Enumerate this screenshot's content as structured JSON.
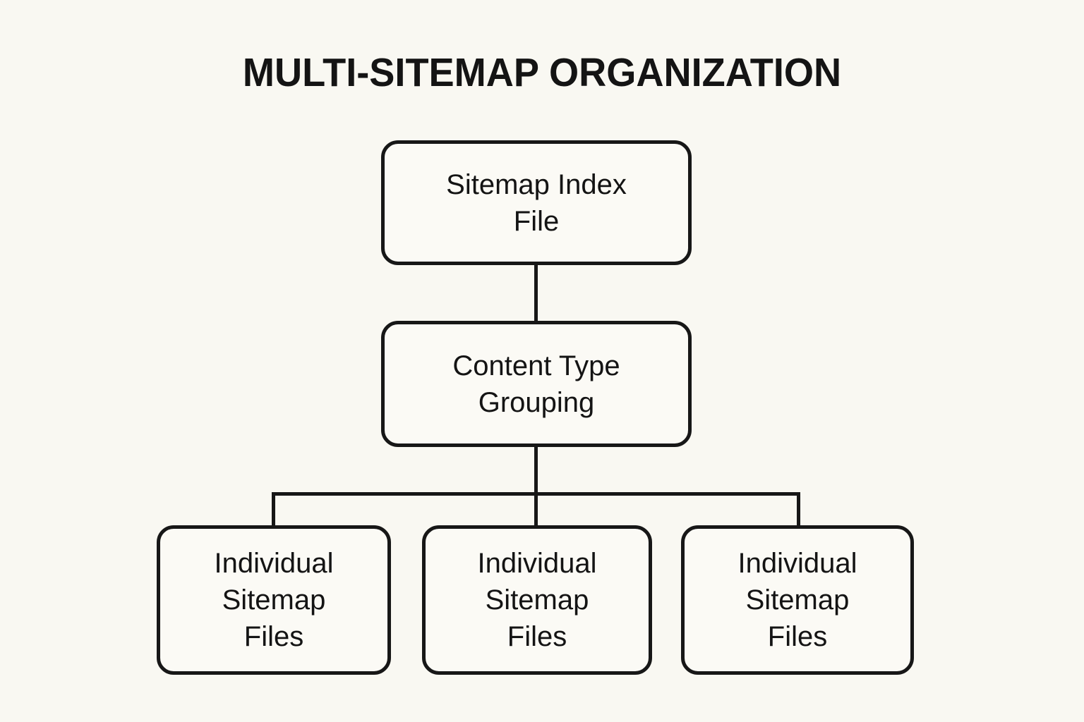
{
  "title": "MULTI-SITEMAP ORGANIZATION",
  "nodes": {
    "root": {
      "label": "Sitemap Index File"
    },
    "group": {
      "label": "Content Type Grouping"
    },
    "leaves": [
      {
        "label": "Individual Sitemap Files"
      },
      {
        "label": "Individual Sitemap Files"
      },
      {
        "label": "Individual Sitemap Files"
      }
    ]
  },
  "colors": {
    "background": "#F9F8F2",
    "line": "#171717",
    "text": "#141414",
    "node_fill": "#FBFAF5"
  }
}
